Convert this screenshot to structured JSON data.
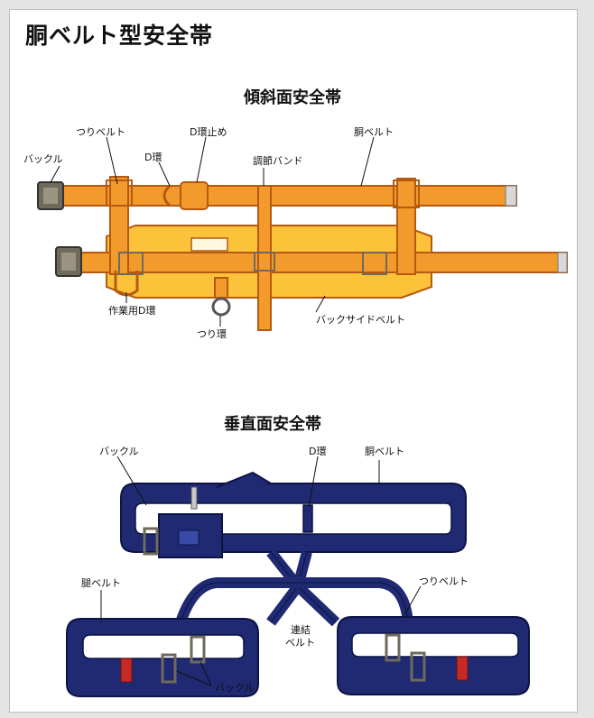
{
  "title": "胴ベルト型安全帯",
  "sections": [
    {
      "title": "傾斜面安全帯",
      "labels": {
        "hanging_belt": "つりベルト",
        "d_ring_stop": "D環止め",
        "torso_belt": "胴ベルト",
        "buckle": "バックル",
        "d_ring": "D環",
        "adjust_band": "調節バンド",
        "work_d_ring": "作業用D環",
        "back_side_belt": "バックサイドベルト",
        "hanging_ring": "つり環"
      }
    },
    {
      "title": "垂直面安全帯",
      "labels": {
        "buckle_top": "バックル",
        "d_ring": "D環",
        "torso_belt": "胴ベルト",
        "leg_belt": "腿ベルト",
        "hanging_belt": "つりベルト",
        "connecting_belt_1": "連結",
        "connecting_belt_2": "ベルト",
        "buckle_bottom": "バックル"
      }
    }
  ],
  "colors": {
    "orange_belt": "#f39a2c",
    "orange_dark": "#b55a10",
    "back_pad": "#fbc23a",
    "navy_belt": "#1f2a72",
    "navy_dark": "#0c1445",
    "buckle_metal": "#6f6a5c",
    "red_clip": "#c62a25"
  }
}
